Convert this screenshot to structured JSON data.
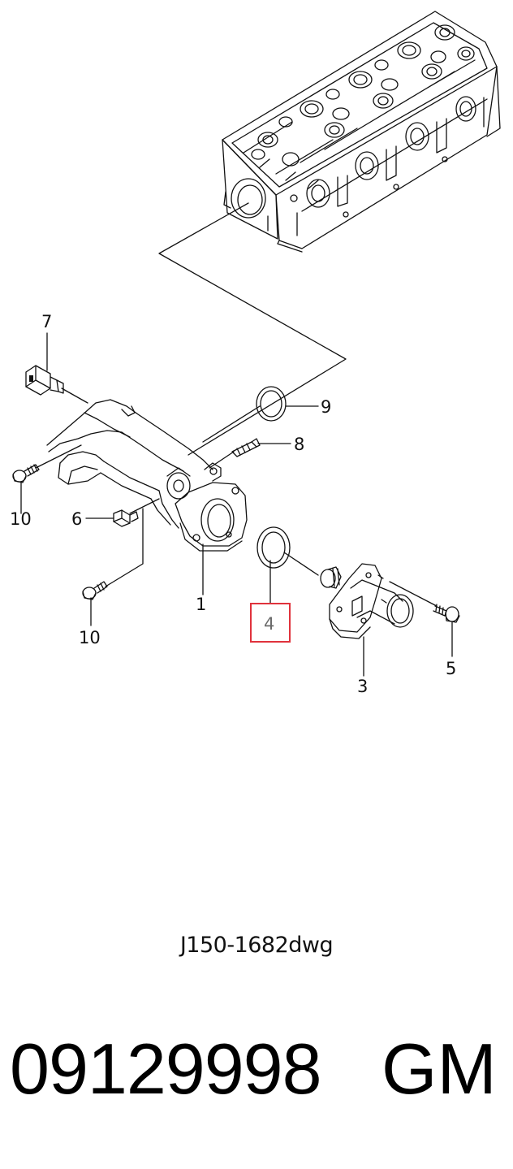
{
  "diagram": {
    "callouts": [
      {
        "id": "c1",
        "text": "1"
      },
      {
        "id": "c3",
        "text": "3"
      },
      {
        "id": "c4",
        "text": "4",
        "highlighted": true
      },
      {
        "id": "c5",
        "text": "5"
      },
      {
        "id": "c6",
        "text": "6"
      },
      {
        "id": "c7",
        "text": "7"
      },
      {
        "id": "c8",
        "text": "8"
      },
      {
        "id": "c9",
        "text": "9"
      },
      {
        "id": "c10a",
        "text": "10"
      },
      {
        "id": "c10b",
        "text": "10"
      }
    ],
    "drawing_number": "J150-1682dwg",
    "highlight_color": "#e0323c"
  },
  "footer": {
    "part_number": "09129998",
    "brand": "GM"
  }
}
